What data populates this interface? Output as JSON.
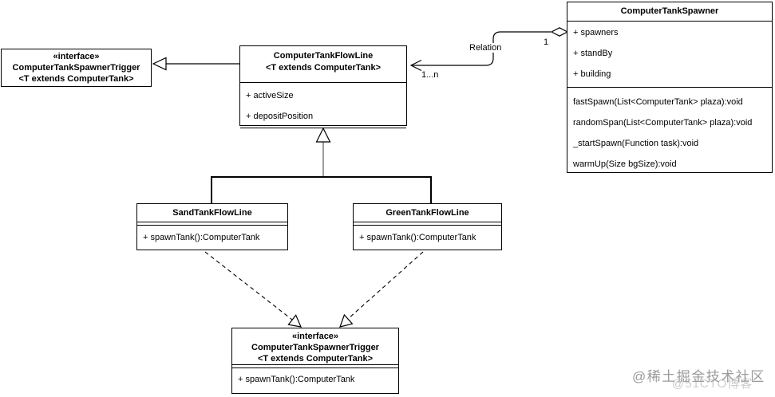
{
  "diagram": {
    "classes": {
      "trigger_top": {
        "stereotype": "«interface»",
        "name": "ComputerTankSpawnerTrigger",
        "generic": "<T extends ComputerTank>"
      },
      "flowline": {
        "name": "ComputerTankFlowLine",
        "generic": "<T extends ComputerTank>",
        "attributes": [
          "+ activeSize",
          "+ depositPosition"
        ]
      },
      "spawner": {
        "name": "ComputerTankSpawner",
        "attributes": [
          "+ spawners",
          "+ standBy",
          "+ building"
        ],
        "methods": [
          "fastSpawn(List<ComputerTank> plaza):void",
          "randomSpan(List<ComputerTank> plaza):void",
          "_startSpawn(Function task):void",
          "warmUp(Size bgSize):void"
        ]
      },
      "sand_flowline": {
        "name": "SandTankFlowLine",
        "methods": [
          "+ spawnTank():ComputerTank"
        ]
      },
      "green_flowline": {
        "name": "GreenTankFlowLine",
        "methods": [
          "+ spawnTank():ComputerTank"
        ]
      },
      "trigger_bottom": {
        "stereotype": "«interface»",
        "name": "ComputerTankSpawnerTrigger",
        "generic": "<T extends ComputerTank>",
        "methods": [
          "+ spawnTank():ComputerTank"
        ]
      }
    },
    "edge_labels": {
      "relation": "Relation",
      "multiplicity_source": "1",
      "multiplicity_target": "1...n"
    },
    "watermarks": {
      "primary": "@稀土掘金技术社区",
      "secondary": "@51CTO博客"
    },
    "colors": {
      "line": "#000000",
      "muted_line": "#949494",
      "background": "#ffffff",
      "watermark_primary": "#9b9b9b",
      "watermark_secondary": "#cdcdcd"
    }
  }
}
